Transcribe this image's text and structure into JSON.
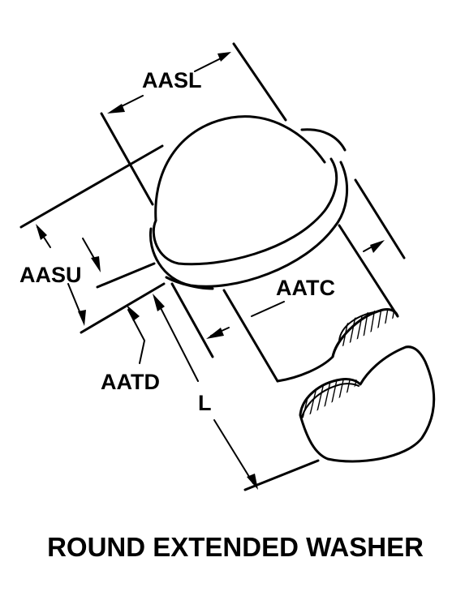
{
  "diagram": {
    "title": "ROUND EXTENDED WASHER",
    "labels": {
      "aasl": "AASL",
      "aasu": "AASU",
      "aatc": "AATC",
      "aatd": "AATD",
      "l": "L"
    },
    "colors": {
      "ink": "#000000",
      "background": "#ffffff"
    }
  }
}
